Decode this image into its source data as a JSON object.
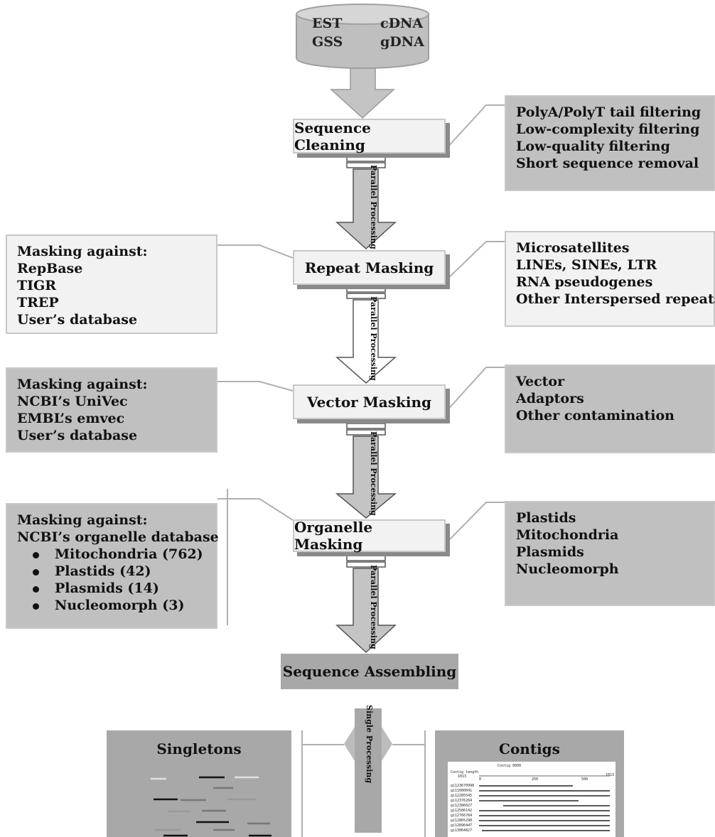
{
  "database": {
    "labels": [
      "EST",
      "cDNA",
      "GSS",
      "gDNA"
    ]
  },
  "steps": {
    "cleaning": "Sequence Cleaning",
    "repeat": "Repeat Masking",
    "vector": "Vector Masking",
    "organelle": "Organelle Masking",
    "assembling": "Sequence Assembling"
  },
  "processing": {
    "parallel": "Parallel Processing",
    "single": "Single Processing"
  },
  "right_boxes": {
    "cleaning": [
      "PolyA/PolyT tail filtering",
      "Low-complexity filtering",
      "Low-quality filtering",
      "Short sequence removal"
    ],
    "repeat": [
      "Microsatellites",
      "LINEs, SINEs, LTR",
      "RNA pseudogenes",
      "Other Interspersed repeats"
    ],
    "vector": [
      "Vector",
      "Adaptors",
      "Other contamination"
    ],
    "organelle": [
      "Plastids",
      "Mitochondria",
      "Plasmids",
      "Nucleomorph"
    ]
  },
  "left_boxes": {
    "repeat": [
      "Masking against:",
      "RepBase",
      "TIGR",
      "TREP",
      "User’s database"
    ],
    "vector": [
      "Masking against:",
      "NCBI’s UniVec",
      "EMBL’s emvec",
      "User’s database"
    ],
    "organelle": {
      "lines": [
        "Masking against:",
        "NCBI’s organelle database"
      ],
      "bullets": [
        "Mitochondria (762)",
        "Plastids (42)",
        "Plasmids (14)",
        "Nucleomorph (3)"
      ]
    }
  },
  "outputs": {
    "singletons": "Singletons",
    "contigs": "Contigs"
  },
  "contig_view": {
    "header": "Contig 0000",
    "length_label": "Contig length",
    "length_value": "1013",
    "ticks": [
      "0",
      "250",
      "500",
      "1013"
    ],
    "read_ids": [
      "gi123670998",
      "gi11000041",
      "gi12285545",
      "gi12376264",
      "gi12386027",
      "gi12586142",
      "gi12766764",
      "gi12865290",
      "gi12896447",
      "gi13064827"
    ]
  },
  "colors": {
    "dark_box": "#c0c0c0",
    "light_box": "#f2f2f2",
    "arrow": "#c4c4c4",
    "panel": "#a8a8a8"
  }
}
